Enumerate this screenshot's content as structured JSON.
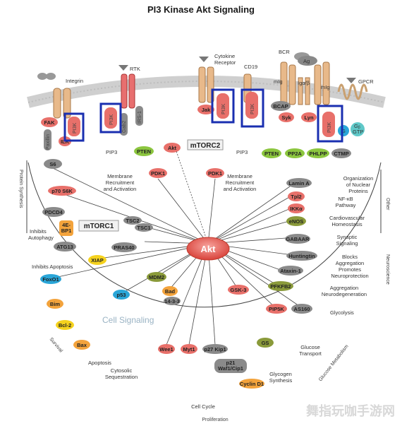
{
  "title": "PI3 Kinase Akt Signaling",
  "receptors": {
    "integrin": "Integrin",
    "rtk": "RTK",
    "cytokine": "Cytokine\nReceptor",
    "cd19": "CD19",
    "bcr": "BCR",
    "ag": "Ag",
    "mig1": "mIg",
    "igab": "Igα/β",
    "mig2": "mIg",
    "gpcr": "GPCR",
    "g": "G",
    "ggtp": "Gᵦ\nGTP"
  },
  "membrane_proteins": {
    "fak": "FAK",
    "paxillin": "Paxillin",
    "ilk": "ILK",
    "pi3k": "PI3K",
    "gab2": "Gab2",
    "irs1": "IRS-1",
    "jak": "Jak",
    "bcap": "BCAP",
    "syk": "Syk",
    "lyn": "Lyn"
  },
  "center": {
    "akt": "Akt",
    "mtorc2": "mTORC2",
    "mtorc1": "mTORC1",
    "akt_small": "Akt",
    "pten1": "PTEN",
    "pten2": "PTEN",
    "pp2a": "PP2A",
    "phlpp": "PHLPP",
    "ctmp": "CTMP",
    "pip3_left": "PIP3",
    "pip3_right": "PIP3",
    "pdk1_left": "PDK1",
    "pdk1_right": "PDK1",
    "membrane_left": "Membrane\nRecruitment\nand Activation",
    "membrane_right": "Membrane\nRecruitment\nand Activation"
  },
  "nodes": {
    "s6": "S6",
    "p70s6k": "p70 S6K",
    "pdcd4": "PDCD4",
    "4ebp1": "4E-\nBP1",
    "atg13": "ATG13",
    "tsc2": "TSC2",
    "tsc1": "TSC1",
    "pras40": "PRAS40",
    "xiap": "XIAP",
    "foxo1": "FoxO1",
    "bim": "Bim",
    "bcl2": "Bcl-2",
    "bax": "Bax",
    "p53": "p53",
    "mdm2": "MDM2",
    "bad": "Bad",
    "1433": "14-3-3",
    "wee1": "Wee1",
    "myt1": "Myt1",
    "p27kip1": "p27 Kip1",
    "p21": "p21\nWaf1/Cip1",
    "cycd1": "Cyclin D1",
    "gsk3": "GSK-3",
    "gs": "GS",
    "pip5k": "PIP5K",
    "as160": "AS160",
    "pfkfb2": "PFKFB2",
    "ataxin": "Ataxin-1",
    "huntingtin": "Huntingtin",
    "gabaar": "GABAAR",
    "enos": "eNOS",
    "ikk": "IKKα",
    "tpl2": "Tpl2",
    "lamina": "Lamin A"
  },
  "outcomes": {
    "protein_synthesis": "Protein Synthesis",
    "inhibits_autophagy": "Inhibits\nAutophagy",
    "inhibits_apoptosis": "Inhibits Apoptosis",
    "apoptosis": "Apoptosis",
    "cytosolic_seq": "Cytosolic\nSequestration",
    "cell_cycle": "Cell Cycle",
    "glycogen": "Glycogen\nSynthesis",
    "glucose_transport": "Glucose\nTransport",
    "glycolysis": "Glycolysis",
    "aggregation_neuro": "Aggregation\nNeurodegeneration",
    "blocks": "Blocks\nAggregation\nPromotes\nNeuroprotection",
    "synaptic": "Synaptic\nSignaling",
    "cardio": "Cardiovascular\nHomeostasis",
    "nfkb": "NF-κB\nPathway",
    "nuclear": "Organization\nof Nuclear\nProteins"
  },
  "arcs": {
    "survival": "Survival",
    "proliferation": "Proliferation",
    "glucose_metabolism": "Glucose Metabolism",
    "neuroscience": "Neuroscience",
    "other": "Other"
  },
  "watermark": "Cell Signaling",
  "stamp": "舞指玩咖手游网",
  "colors": {
    "red_node": "#e8706a",
    "green_node": "#8cc63f",
    "gray_node": "#8a8a8a",
    "orange_node": "#f3a33c",
    "yellow_node": "#f5d21e",
    "blue_node": "#2aa6d8",
    "olive_node": "#8a9a3a",
    "highlight": "#1a2fb0",
    "membrane": "#d9d9d9",
    "receptor_tan": "#e8b98a"
  }
}
